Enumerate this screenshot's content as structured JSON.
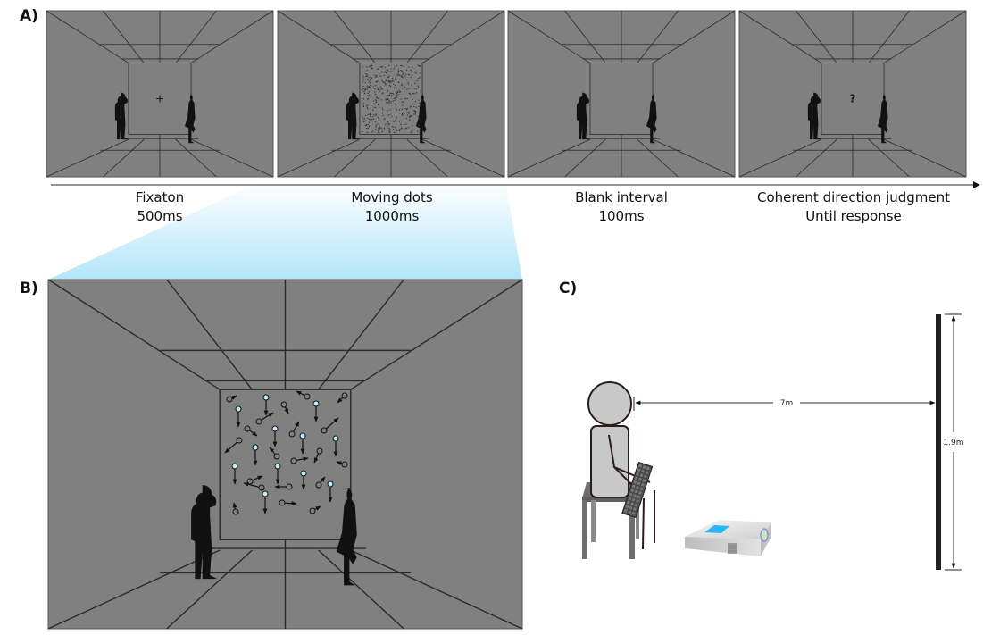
{
  "figure": {
    "panels": {
      "a": {
        "label": "A)",
        "stages": [
          {
            "name": "Fixaton",
            "duration": "500ms",
            "center_symbol": "+"
          },
          {
            "name": "Moving dots",
            "duration": "1000ms",
            "center_symbol": ""
          },
          {
            "name": "Blank interval",
            "duration": "100ms",
            "center_symbol": ""
          },
          {
            "name": "Coherent direction judgment",
            "duration": "Until response",
            "center_symbol": "?"
          }
        ]
      },
      "b": {
        "label": "B)",
        "description": "Enlarged moving dots stimulus: coherent dots (light blue) move downward, noise dots (hollow) move in random directions"
      },
      "c": {
        "label": "C)",
        "viewing_distance": "7m",
        "screen_height": "1.9m"
      }
    },
    "colors": {
      "room_fill": "#808080",
      "room_line": "#111111",
      "coherent_dot": "#bfefff",
      "zoom_gradient_top": "#ffffff",
      "zoom_gradient_bottom": "#b3e5fa",
      "person_fill": "#c8c8c8",
      "chair": "#6e6e6e",
      "projector_accent": "#29b6f6"
    }
  }
}
